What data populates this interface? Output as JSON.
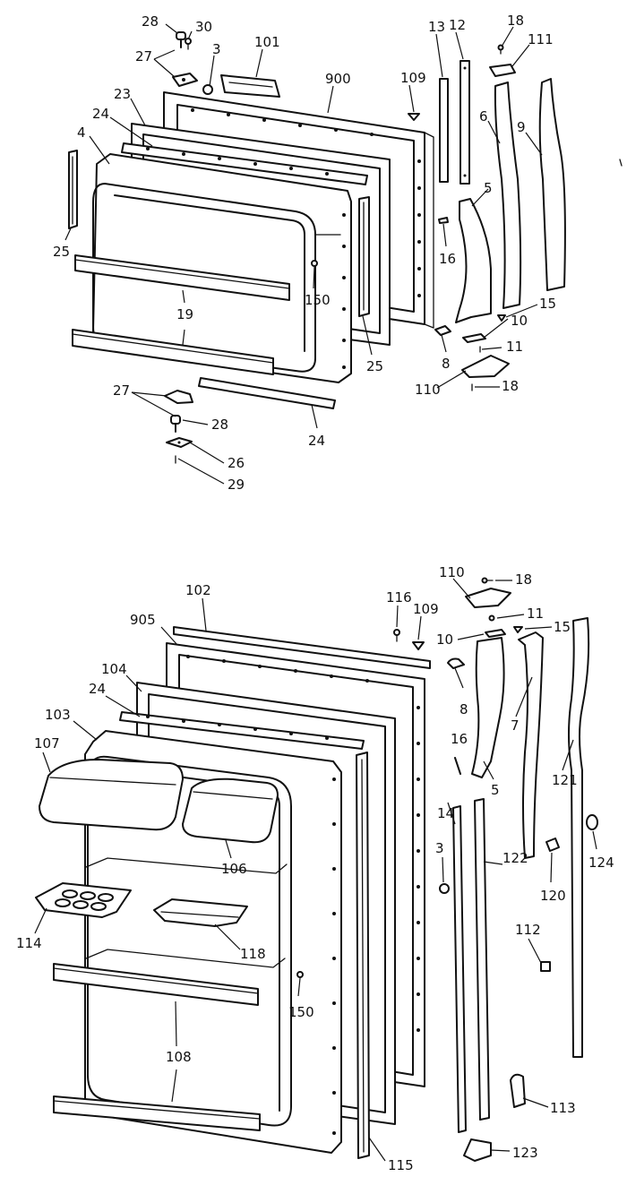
{
  "diagrams": [
    {
      "name": "fresh-food-door",
      "callouts": [
        "28",
        "30",
        "27",
        "3",
        "101",
        "900",
        "109",
        "13",
        "12",
        "18",
        "111",
        "23",
        "24",
        "4",
        "6",
        "9",
        "5",
        "16",
        "25",
        "150",
        "19",
        "15",
        "10",
        "25",
        "8",
        "11",
        "110",
        "18",
        "27",
        "28",
        "24",
        "26",
        "29"
      ]
    },
    {
      "name": "freezer-door",
      "callouts": [
        "102",
        "905",
        "116",
        "109",
        "110",
        "18",
        "11",
        "15",
        "10",
        "104",
        "24",
        "103",
        "8",
        "7",
        "107",
        "16",
        "121",
        "5",
        "14",
        "106",
        "3",
        "122",
        "124",
        "114",
        "118",
        "120",
        "112",
        "150",
        "108",
        "113",
        "115",
        "123"
      ]
    }
  ]
}
